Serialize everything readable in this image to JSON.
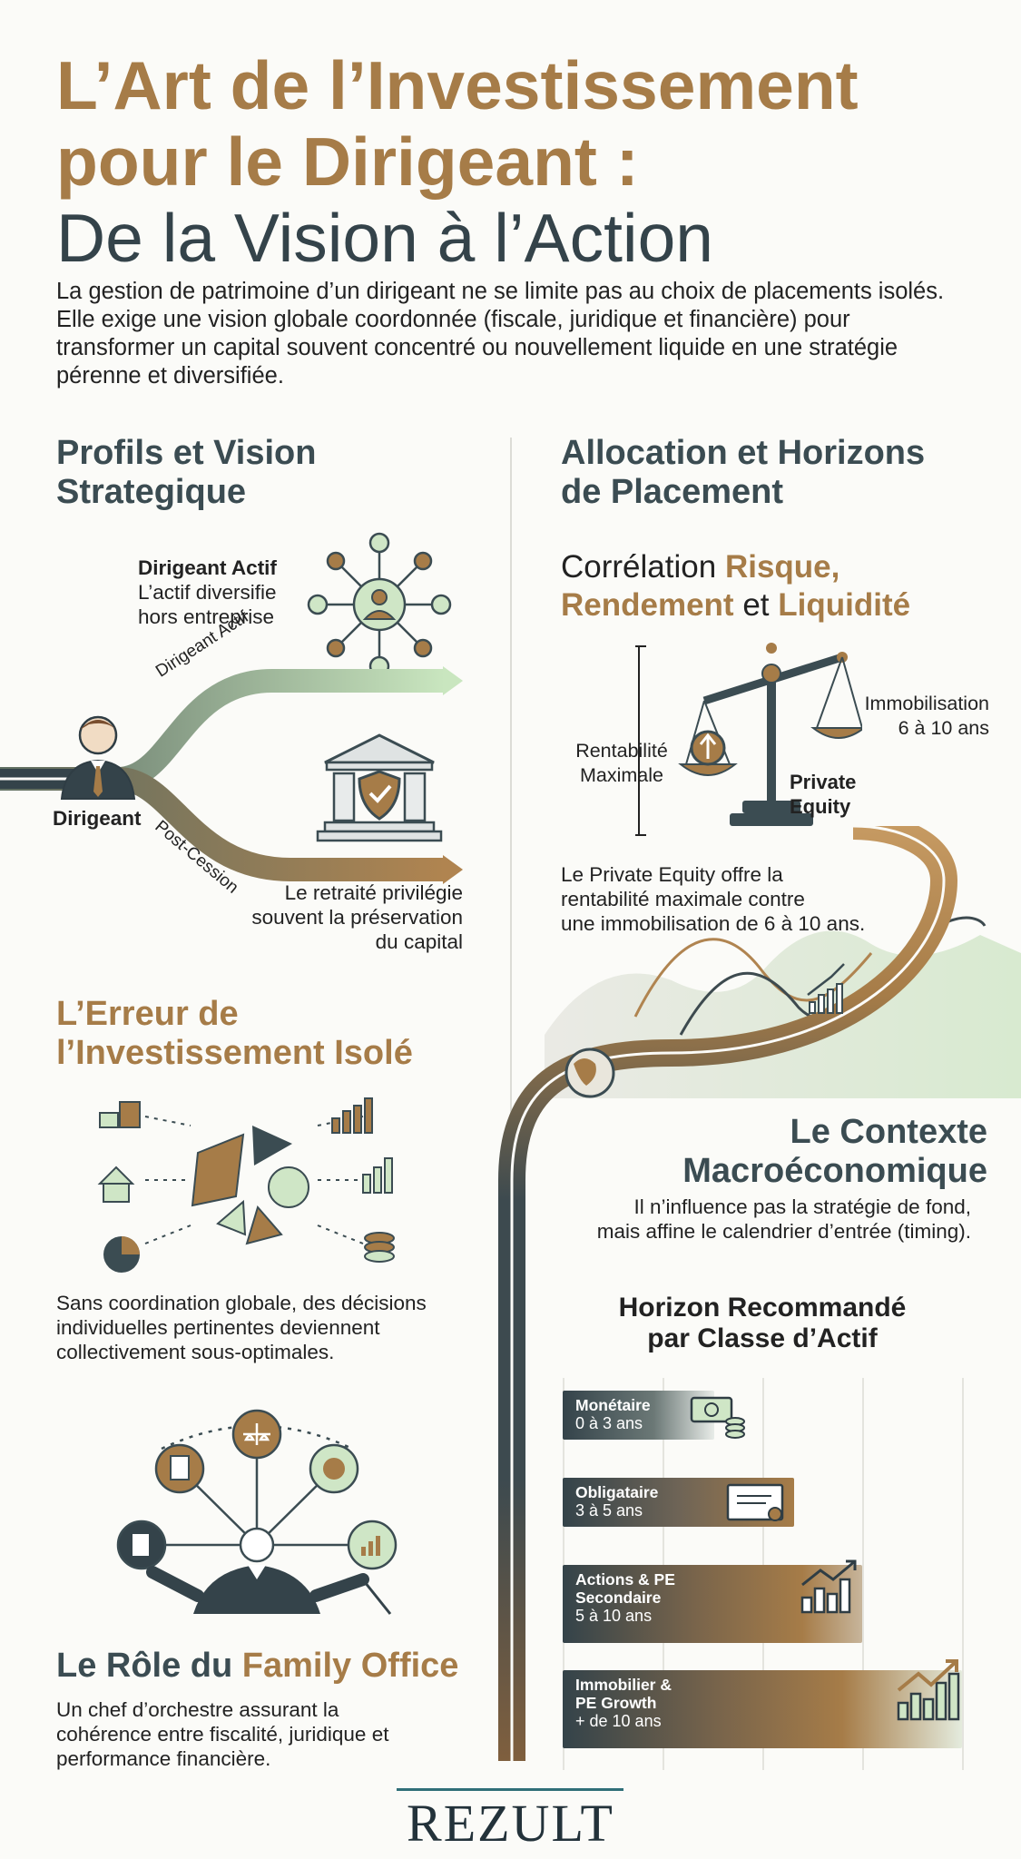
{
  "header": {
    "title_line1": "L’Art de l’Investissement",
    "title_line2": "pour le Dirigeant :",
    "title_line3": "De la Vision à l’Action",
    "intro": "La gestion de patrimoine d’un dirigeant ne se limite pas au choix de placements isolés. Elle exige une vision globale coordonnée (fiscale, juridique et financière) pour transformer un capital souvent concentré ou nouvellement liquide en une stratégie pérenne et diversifiée."
  },
  "profils": {
    "heading_line1": "Profils et Vision",
    "heading_line2": "Strategique",
    "actif_title": "Dirigeant Actif",
    "actif_desc_line1": "L’actif diversifie",
    "actif_desc_line2": "hors entreprise",
    "path_top_label": "Dirigeant Actif",
    "path_bottom_label": "Post-Cession",
    "person_label": "Dirigeant",
    "retraite_line1": "Le retraité privilégie",
    "retraite_line2": "souvent la préservation",
    "retraite_line3": "du capital"
  },
  "erreur": {
    "heading_line1": "L’Erreur de",
    "heading_line2": "l’Investissement Isolé",
    "desc_line1": "Sans coordination globale, des décisions",
    "desc_line2": "individuelles pertinentes deviennent",
    "desc_line3": "collectivement sous-optimales."
  },
  "family_office": {
    "heading_part1": "Le Rôle du",
    "heading_part2": "Family Office",
    "desc_line1": "Un chef d’orchestre assurant la",
    "desc_line2": "cohérence entre fiscalité, juridique et",
    "desc_line3": "performance financière."
  },
  "allocation": {
    "heading_line1": "Allocation et Horizons",
    "heading_line2": "de Placement",
    "corr_part1": "Corrélation",
    "corr_part2": "Risque,",
    "corr_part3": "Rendement",
    "corr_part4": "et",
    "corr_part5": "Liquidité",
    "immob_line1": "Immobilisation",
    "immob_line2": "6 à 10 ans",
    "renta_line1": "Rentabilité",
    "renta_line2": "Maximale",
    "pe_line1": "Private",
    "pe_line2": "Equity",
    "pe_desc_line1": "Le Private Equity offre la",
    "pe_desc_line2": "rentabilité maximale contre",
    "pe_desc_line3": "une immobilisation de 6 à 10 ans."
  },
  "macro": {
    "heading_line1": "Le Contexte",
    "heading_line2": "Macroéconomique",
    "desc_line1": "Il n’influence pas la stratégie de fond,",
    "desc_line2": "mais affine le calendrier d’entrée (timing)."
  },
  "horizon": {
    "heading_line1": "Horizon Recommandé",
    "heading_line2": "par Classe d’Actif",
    "bars": [
      {
        "name_line1": "Monétaire",
        "name_line2": "",
        "range": "0 à 3 ans",
        "fill": 0.38
      },
      {
        "name_line1": "Obligataire",
        "name_line2": "",
        "range": "3 à 5 ans",
        "fill": 0.58
      },
      {
        "name_line1": "Actions & PE",
        "name_line2": "Secondaire",
        "range": "5 à 10 ans",
        "fill": 0.75
      },
      {
        "name_line1": "Immobilier &",
        "name_line2": "PE Growth",
        "range": "+ de 10 ans",
        "fill": 1.0
      }
    ]
  },
  "footer": {
    "brand": "REZULT"
  },
  "colors": {
    "gold": "#a67c48",
    "slate": "#34434a",
    "sage": "#b9d8b0",
    "green": "#7fb574"
  }
}
